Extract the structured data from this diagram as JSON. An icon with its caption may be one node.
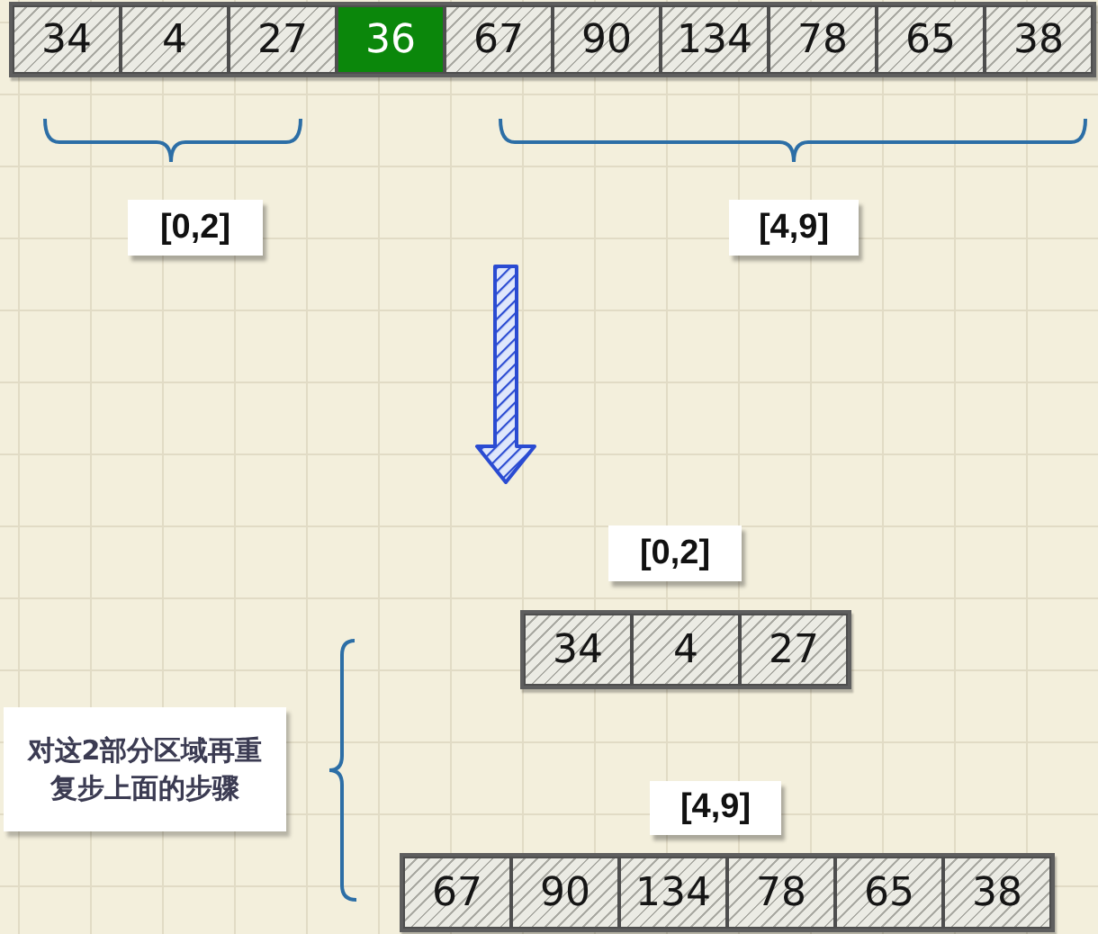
{
  "diagram": {
    "nodes": [
      {
        "text": [],
        "shape": "box"
      },
      {
        "text": [
          "34"
        ],
        "in": 0
      },
      {
        "text": [
          "4"
        ],
        "in": 0
      },
      {
        "text": [
          "27"
        ],
        "in": 0
      },
      {
        "text": [
          "36"
        ],
        "in": 0
      },
      {
        "text": [
          "67"
        ],
        "in": 0
      },
      {
        "text": [
          "90"
        ],
        "in": 0
      },
      {
        "text": [
          "134"
        ],
        "in": 0
      },
      {
        "text": [
          "78"
        ],
        "in": 0
      },
      {
        "text": [
          "65"
        ],
        "in": 0
      },
      {
        "text": [
          "38"
        ],
        "in": 0
      },
      {
        "text": [
          "[0,2]"
        ]
      },
      {
        "text": [
          "[4,9]"
        ]
      },
      {
        "text": [
          "[0,2]"
        ]
      },
      {
        "text": [],
        "shape": "box"
      },
      {
        "text": [
          "34"
        ],
        "in": 14
      },
      {
        "text": [
          "4"
        ],
        "in": 14
      },
      {
        "text": [
          "27"
        ],
        "in": 14
      },
      {
        "text": [
          "对这2部分区域再重复步上面的步骤"
        ]
      },
      {
        "text": [
          "[4,9]"
        ]
      },
      {
        "text": [],
        "shape": "box"
      },
      {
        "text": [
          "67"
        ],
        "in": 20
      },
      {
        "text": [
          "90"
        ],
        "in": 20
      },
      {
        "text": [
          "134"
        ],
        "in": 20
      },
      {
        "text": [
          "78"
        ],
        "in": 20
      },
      {
        "text": [
          "65"
        ],
        "in": 20
      },
      {
        "text": [
          "38"
        ],
        "in": 20
      }
    ]
  }
}
